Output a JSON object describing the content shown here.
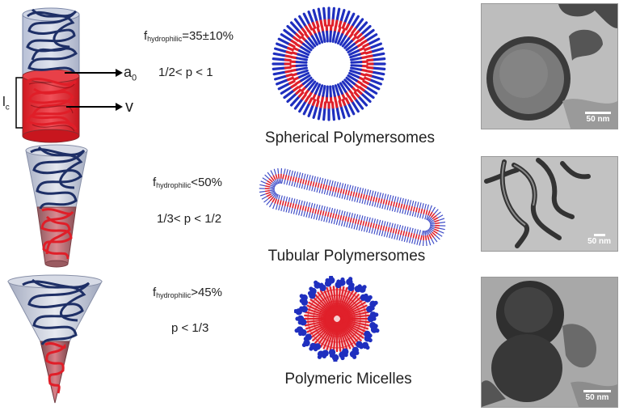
{
  "rows": [
    {
      "f_symbol": "f",
      "f_sub": "hydrophilic",
      "f_value": "=35±10%",
      "packing": "1/2< p < 1",
      "morphology": "Spherical Polymersomes",
      "scale_bar": "50 nm"
    },
    {
      "f_symbol": "f",
      "f_sub": "hydrophilic",
      "f_value": "<50%",
      "packing": "1/3< p < 1/2",
      "morphology": "Tubular Polymersomes",
      "scale_bar": "50 nm"
    },
    {
      "f_symbol": "f",
      "f_sub": "hydrophilic",
      "f_value": ">45%",
      "packing": "p < 1/3",
      "morphology": "Polymeric Micelles",
      "scale_bar": "50 nm"
    }
  ],
  "cylinder_labels": {
    "area": "a",
    "area_sub": "0",
    "volume": "v",
    "length": "l",
    "length_sub": "c"
  },
  "colors": {
    "hydrophilic": "#1f2fbf",
    "hydrophobic": "#e0202a",
    "coil": "#1e2f66"
  }
}
